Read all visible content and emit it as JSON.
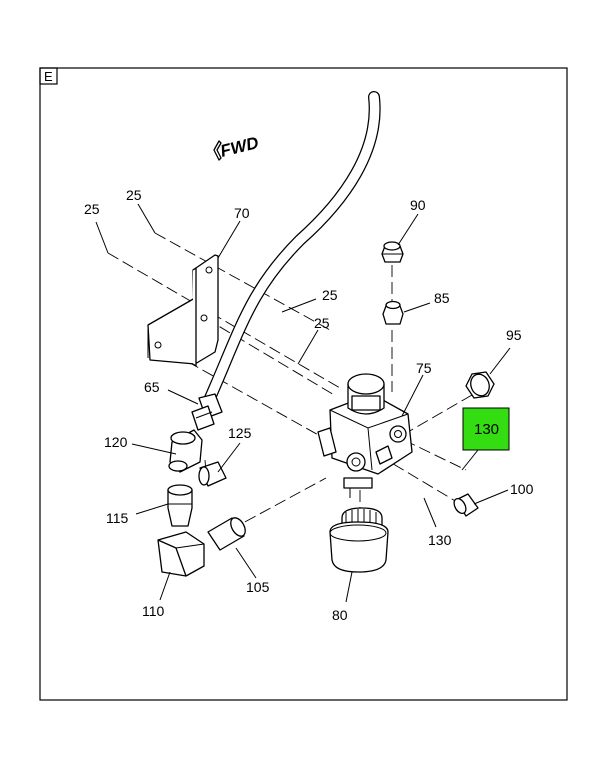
{
  "diagram": {
    "sheet_letter": "E",
    "direction_label": "FWD",
    "highlighted_part": "130",
    "highlight_color": "#33dd11",
    "labels": {
      "c25a": "25",
      "c25b": "25",
      "c25c": "25",
      "c25d": "25",
      "c70": "70",
      "c90": "90",
      "c85": "85",
      "c95": "95",
      "c75": "75",
      "c65": "65",
      "c120": "120",
      "c125": "125",
      "c115": "115",
      "c110": "110",
      "c105": "105",
      "c80": "80",
      "c130b": "130",
      "c100": "100"
    },
    "parts": {
      "bracket": "bracket-icon",
      "hose": "hose-icon",
      "valve": "valve-body-icon",
      "bowl": "filter-bowl-icon",
      "fitting": "fitting-icon"
    }
  }
}
